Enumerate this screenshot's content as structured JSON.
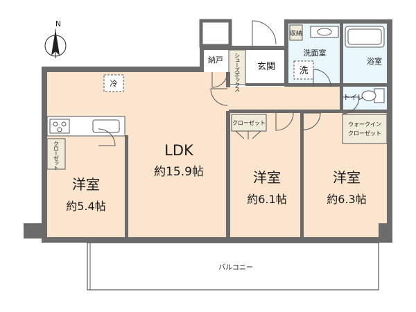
{
  "compass": {
    "north_label": "N"
  },
  "rooms": {
    "ldk": {
      "name": "LDK",
      "area": "約15.9帖"
    },
    "western_1": {
      "name": "洋室",
      "area": "約5.4帖"
    },
    "western_2": {
      "name": "洋室",
      "area": "約6.1帖"
    },
    "western_3": {
      "name": "洋室",
      "area": "約6.3帖"
    },
    "entrance": {
      "name": "玄関"
    },
    "washroom": {
      "name": "洗面室"
    },
    "bathroom": {
      "name": "浴室"
    },
    "toilet": {
      "name": "トイレ"
    },
    "storage_closet": {
      "name": "納戸"
    },
    "balcony": {
      "name": "バルコニー"
    }
  },
  "fixtures": {
    "refrigerator": "冷",
    "washer": "洗",
    "storage": "収納",
    "shoe_box": "シューズボックス",
    "closet_left": "クローゼット",
    "closet_mid": "クローゼット",
    "walk_in_closet_line1": "ウォークイン",
    "walk_in_closet_line2": "クローゼット"
  },
  "colors": {
    "wall": "#6b6b6b",
    "floor_wood": "#fbe5cf",
    "floor_tile": "#e9f6fb",
    "floor_white": "#ffffff",
    "closet_fill": "#f1ebd9"
  }
}
